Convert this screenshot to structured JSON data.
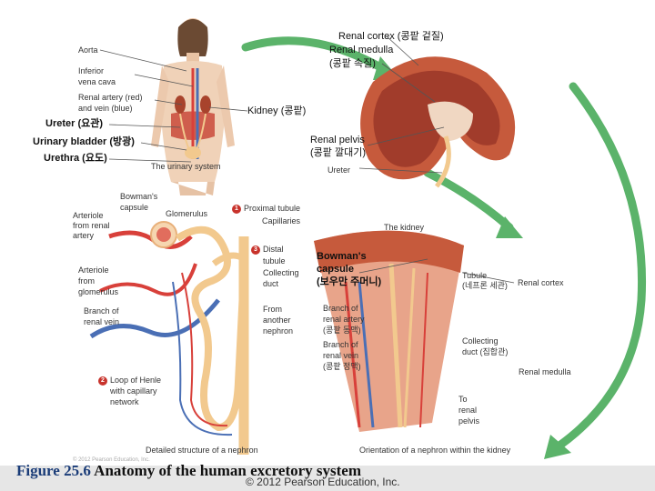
{
  "labels": {
    "renal_cortex": "Renal cortex (콩팥 겉질)",
    "renal_medulla_1": "Renal medulla",
    "renal_medulla_2": "(콩팥 속질)",
    "aorta": "Aorta",
    "inferior_vena_cava_1": "Inferior",
    "inferior_vena_cava_2": "vena cava",
    "renal_artery_1": "Renal artery (red)",
    "renal_artery_2": "and vein (blue)",
    "kidney": "Kidney (콩팥)",
    "ureter": "Ureter (요관)",
    "urinary_bladder": "Urinary bladder (방광)",
    "urethra": "Urethra (요도)",
    "urinary_system": "The urinary system",
    "renal_pelvis_1": "Renal pelvis",
    "renal_pelvis_2": "(콩팥 깔대기)",
    "ureter_small": "Ureter",
    "the_kidney": "The kidney",
    "bowmans_small_1": "Bowman's",
    "bowmans_small_2": "capsule",
    "glomerulus": "Glomerulus",
    "proximal_tubule": "Proximal tubule",
    "capillaries": "Capillaries",
    "arteriole_renal_1": "Arteriole",
    "arteriole_renal_2": "from renal",
    "arteriole_renal_3": "artery",
    "distal_1": "Distal",
    "distal_2": "tubule",
    "collecting_duct_1": "Collecting",
    "collecting_duct_2": "duct",
    "arteriole_glom_1": "Arteriole",
    "arteriole_glom_2": "from",
    "arteriole_glom_3": "glomerulus",
    "branch_vein_1": "Branch of",
    "branch_vein_2": "renal vein",
    "from_nephron_1": "From",
    "from_nephron_2": "another",
    "from_nephron_3": "nephron",
    "loop_1": "Loop of Henle",
    "loop_2": "with capillary",
    "loop_3": "network",
    "bowmans_big_1": "Bowman's",
    "bowmans_big_2": "capsule",
    "bowmans_big_3": "(보우만 주머니)",
    "tubule_1": "Tubule",
    "tubule_2": "(네프론 세관)",
    "renal_cortex_right": "Renal cortex",
    "branch_artery_1": "Branch of",
    "branch_artery_2": "renal artery",
    "branch_artery_3": "(콩팥 동맥)",
    "branch_vein_r_1": "Branch of",
    "branch_vein_r_2": "renal vein",
    "branch_vein_r_3": "(콩팥 정맥)",
    "collecting_right_1": "Collecting",
    "collecting_right_2": "duct (집합관)",
    "renal_medulla_right": "Renal medulla",
    "to_pelvis_1": "To",
    "to_pelvis_2": "renal",
    "to_pelvis_3": "pelvis",
    "detailed_structure": "Detailed structure of a nephron",
    "orientation": "Orientation of a nephron within the kidney",
    "step_1": "1",
    "step_2": "2",
    "step_3": "3"
  },
  "caption": {
    "figure_number": "Figure 25.6",
    "title": "Anatomy of the human excretory system",
    "copyright": "© 2012 Pearson Education, Inc.",
    "small_copyright": "© 2012 Pearson Education, Inc."
  },
  "colors": {
    "artery": "#d8403a",
    "vein": "#4a6fb5",
    "tubule": "#f2c98e",
    "kidney": "#c65a3c",
    "arrow": "#5bb36a",
    "caption": "#1a3c78"
  }
}
